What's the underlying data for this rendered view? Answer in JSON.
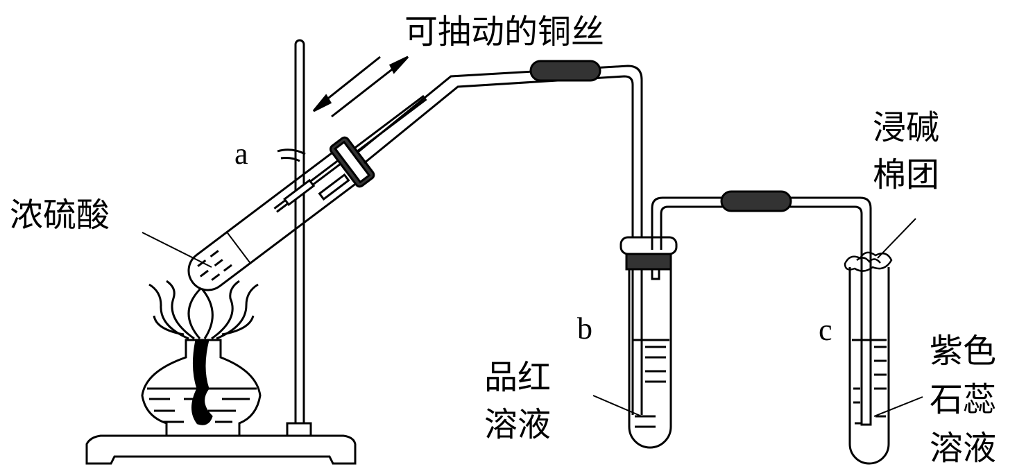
{
  "labels": {
    "copper_wire": "可抽动的铜丝",
    "tube_a": "a",
    "conc_sulfuric_acid": "浓硫酸",
    "tube_b": "b",
    "magenta_line1": "品红",
    "magenta_line2": "溶液",
    "cotton_line1": "浸碱",
    "cotton_line2": "棉团",
    "tube_c": "c",
    "litmus_line1": "紫色",
    "litmus_line2": "石蕊",
    "litmus_line3": "溶液"
  }
}
